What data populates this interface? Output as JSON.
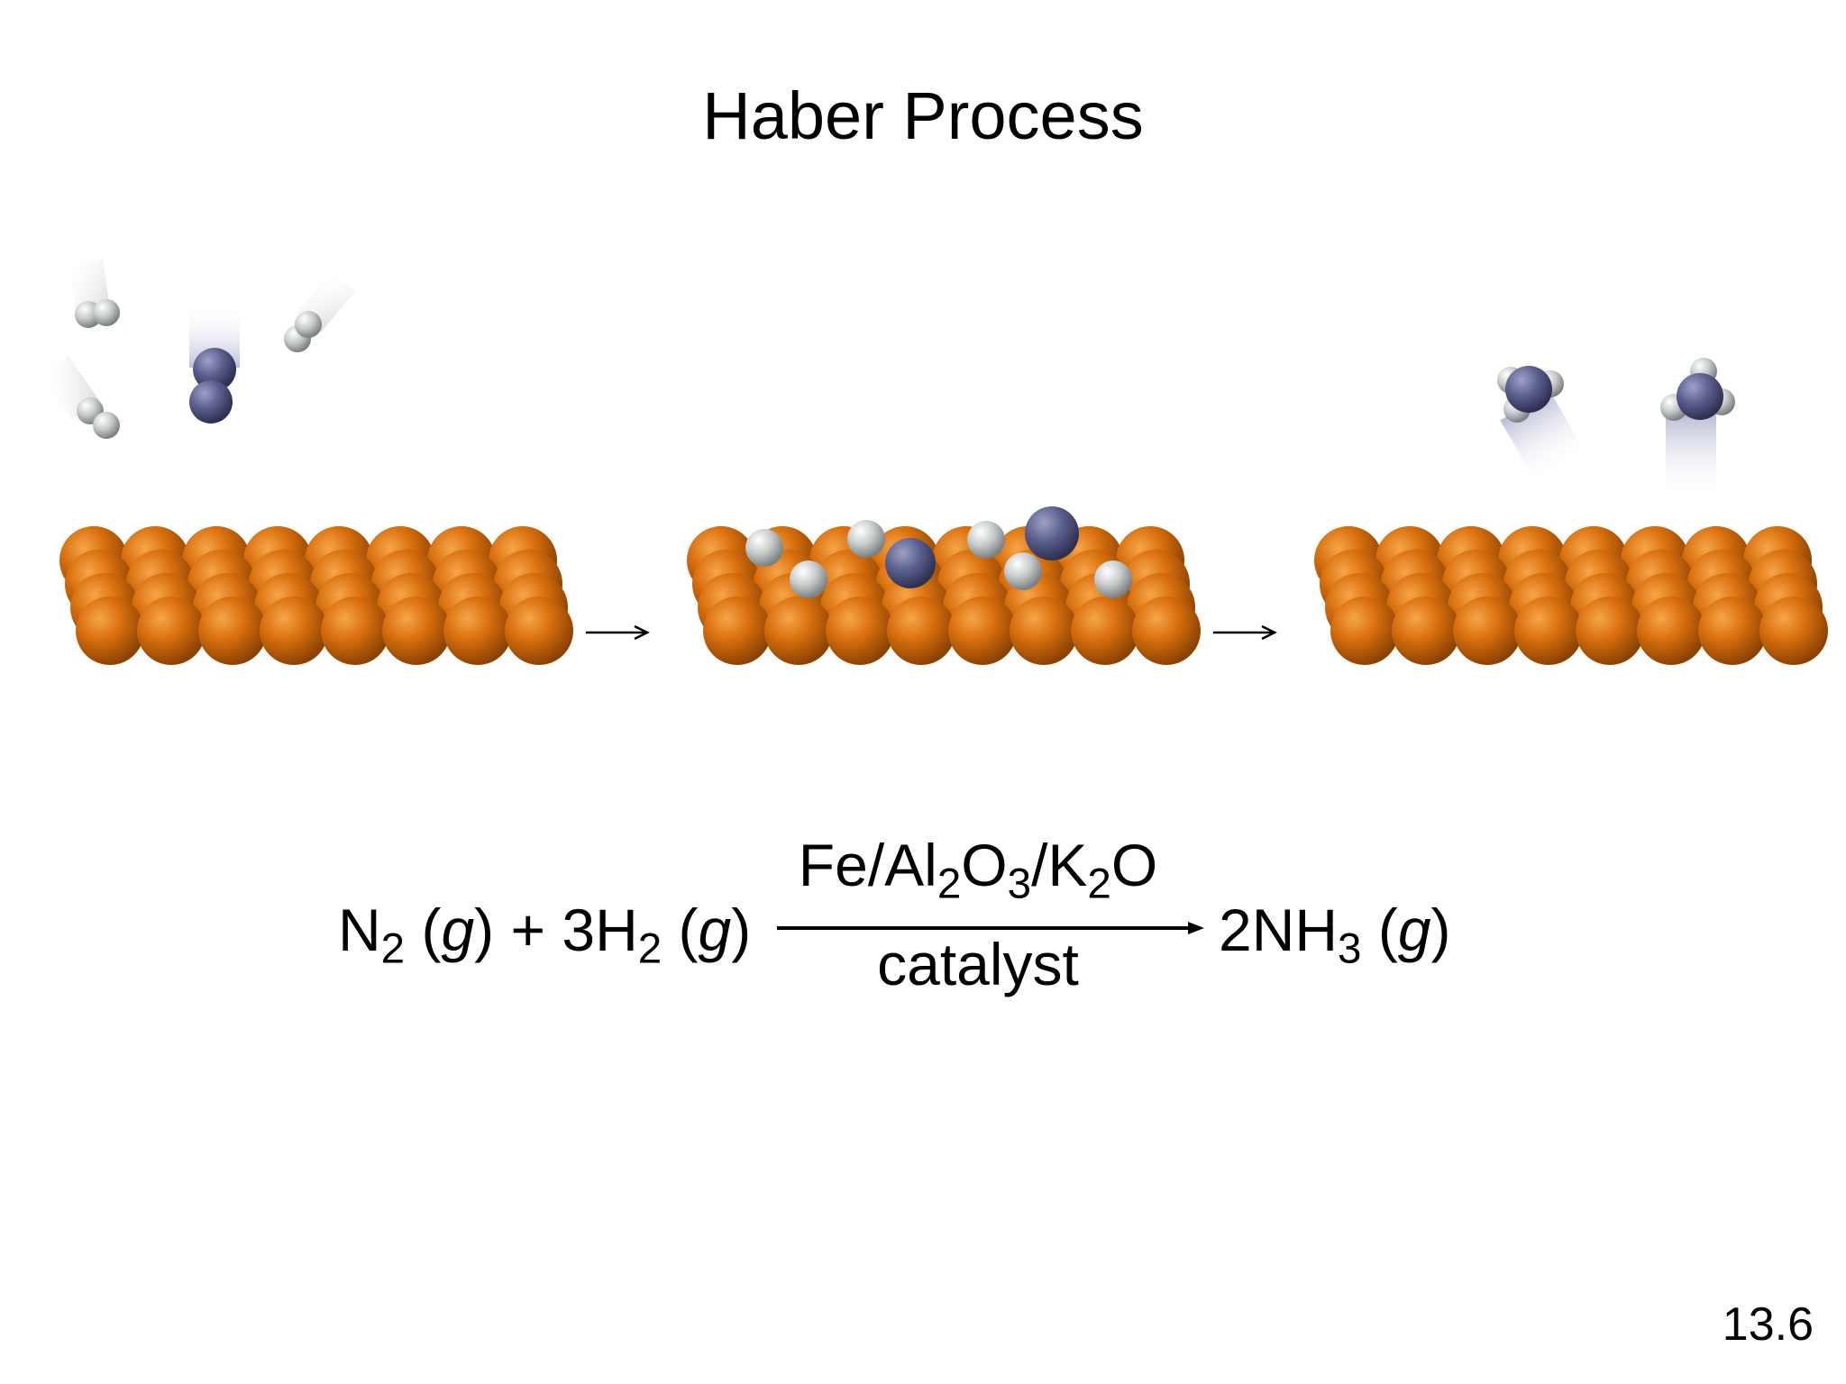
{
  "title": "Haber Process",
  "equation": {
    "reactant_n": "N",
    "reactant_n_sub": "2",
    "reactant_n_state": "(g)",
    "plus": "+ 3H",
    "reactant_h_sub": "2",
    "reactant_h_state": "(g)",
    "catalyst_fe": "Fe/Al",
    "catalyst_al_sub": "2",
    "catalyst_o": "O",
    "catalyst_o_sub": "3",
    "catalyst_k": "/K",
    "catalyst_k_sub": "2",
    "catalyst_o2": "O",
    "below_arrow": "catalyst",
    "product": "2NH",
    "product_sub": "3",
    "product_state": "(g)"
  },
  "page_number": "13.6",
  "colors": {
    "catalyst_atom": "#d9700e",
    "nitrogen_atom": "#5b5f8e",
    "hydrogen_atom": "#c9cccc"
  },
  "diagram": {
    "stages": [
      "reactants-approach",
      "adsorbed-dissociated",
      "products-desorb"
    ],
    "arrows": 2
  }
}
